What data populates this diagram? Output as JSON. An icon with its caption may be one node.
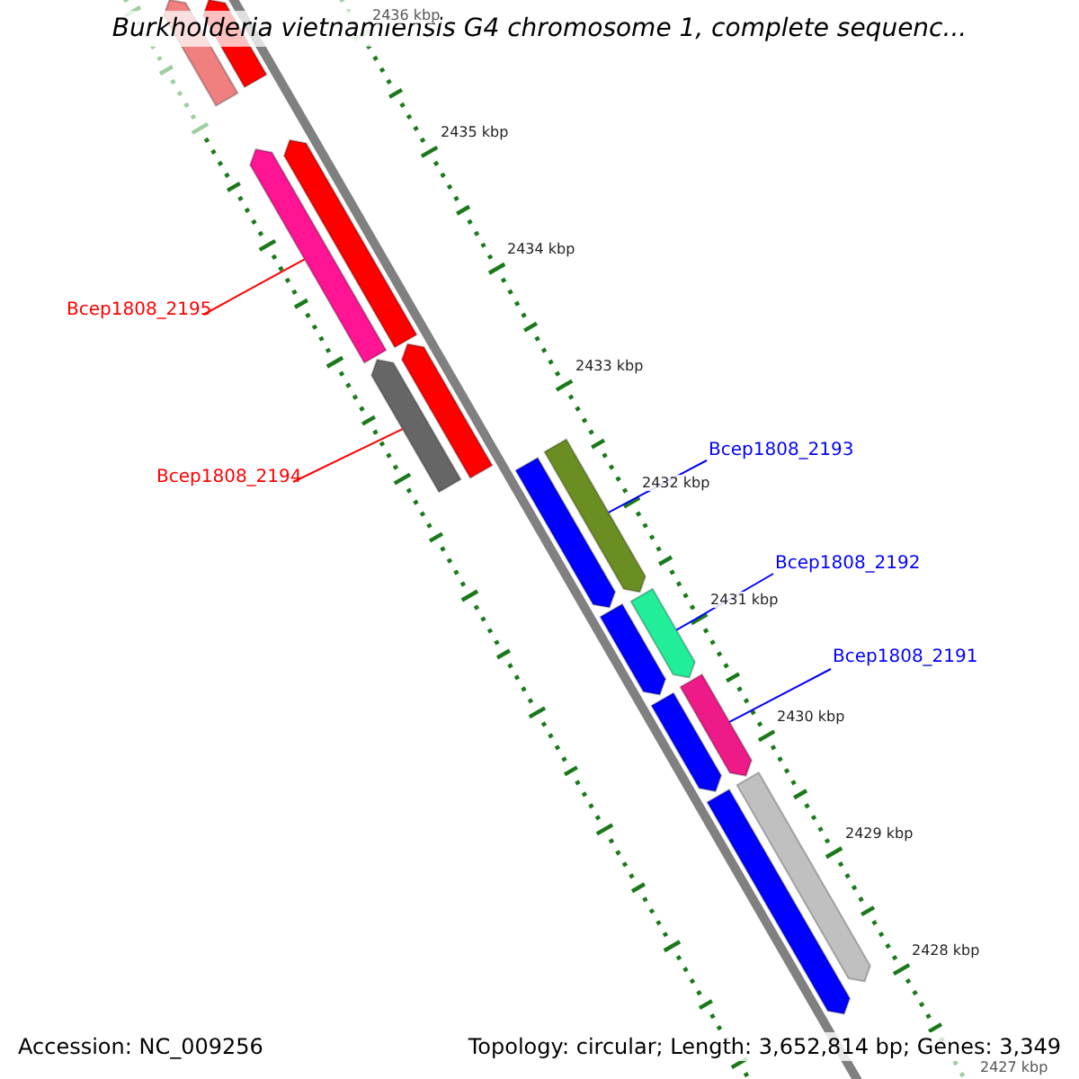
{
  "diagram": {
    "title": "Burkholderia vietnamiensis G4 chromosome 1, complete sequenc...",
    "nodes": [
      {
        "text": [
          "Bcep1808_2195"
        ]
      },
      {
        "text": [],
        "shape": "bar"
      },
      {
        "text": [
          "Bcep1808_2194"
        ]
      },
      {
        "text": [],
        "shape": "bar"
      },
      {
        "text": [
          "Bcep1808_2193"
        ]
      },
      {
        "text": [],
        "shape": "bar"
      },
      {
        "text": [
          "Bcep1808_2192"
        ]
      },
      {
        "text": [],
        "shape": "bar"
      },
      {
        "text": [
          "Bcep1808_2191"
        ]
      },
      {
        "text": [],
        "shape": "bar"
      },
      {
        "text": [],
        "shape": "bar"
      },
      {
        "text": [],
        "shape": "bar"
      },
      {
        "text": [],
        "shape": "bar"
      },
      {
        "text": [],
        "shape": "bar"
      },
      {
        "text": [],
        "shape": "bar"
      },
      {
        "text": [],
        "shape": "bar"
      },
      {
        "text": [],
        "shape": "bar"
      },
      {
        "text": [],
        "shape": "bar"
      },
      {
        "text": [],
        "shape": "bar"
      }
    ],
    "edges": [
      {
        "from": 0,
        "to": 1,
        "arrow": "none",
        "color": "#ff0000"
      },
      {
        "from": 2,
        "to": 3,
        "arrow": "none",
        "color": "#ff0000"
      },
      {
        "from": 4,
        "to": 5,
        "arrow": "none"
      },
      {
        "from": 6,
        "to": 7,
        "arrow": "none"
      },
      {
        "from": 8,
        "to": 9,
        "arrow": "none"
      }
    ],
    "labels": [
      "2436 kbp",
      "2435 kbp",
      "2434 kbp",
      "2433 kbp",
      "2432 kbp",
      "2431 kbp",
      "2430 kbp",
      "2429 kbp",
      "2428 kbp",
      "2427 kbp",
      "Accession: NC_009256",
      "Topology: circular; Length: 3,652,814 bp; Genes: 3,349"
    ]
  }
}
